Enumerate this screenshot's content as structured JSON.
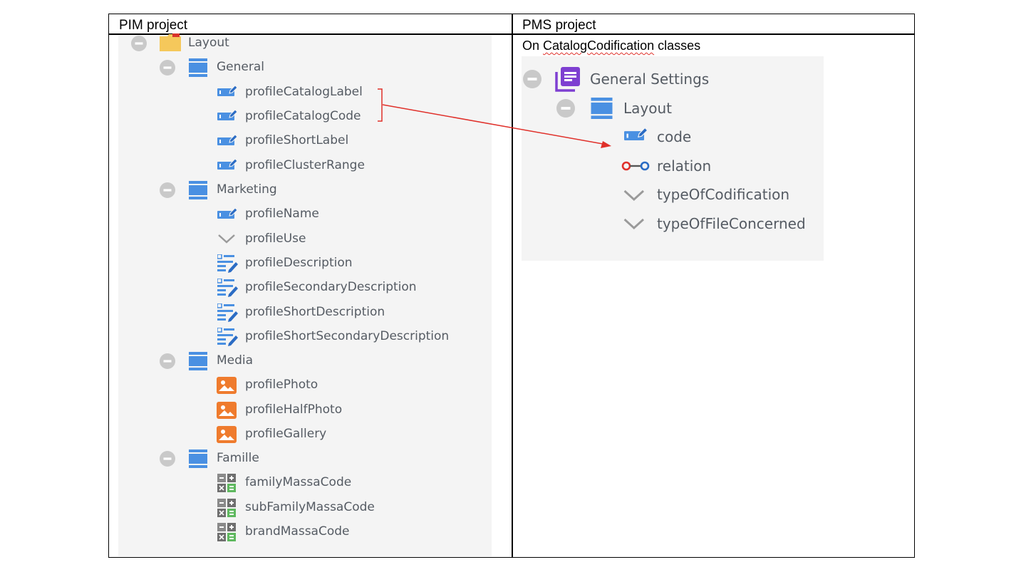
{
  "table": {
    "left_header": "PIM project",
    "right_header": "PMS project",
    "right_note_prefix": "On ",
    "right_note_highlight": "CatalogCodification",
    "right_note_suffix": " classes"
  },
  "pim_tree": {
    "root": "Layout",
    "general": {
      "label": "General",
      "items": [
        "profileCatalogLabel",
        "profileCatalogCode",
        "profileShortLabel",
        "profileClusterRange"
      ]
    },
    "marketing": {
      "label": "Marketing",
      "items": [
        "profileName",
        "profileUse",
        "profileDescription",
        "profileSecondaryDescription",
        "profileShortDescription",
        "profileShortSecondaryDescription"
      ]
    },
    "media": {
      "label": "Media",
      "items": [
        "profilePhoto",
        "profileHalfPhoto",
        "profileGallery"
      ]
    },
    "famille": {
      "label": "Famille",
      "items": [
        "familyMassaCode",
        "subFamilyMassaCode",
        "brandMassaCode"
      ]
    }
  },
  "pms_tree": {
    "root": "General Settings",
    "layout": "Layout",
    "items": [
      "code",
      "relation",
      "typeOfCodification",
      "typeOfFileConcerned"
    ]
  },
  "icons": {
    "collapse": "minus-circle-icon",
    "folder": "folder-icon",
    "panel": "panel-layout-icon",
    "input": "text-input-icon",
    "select": "chevron-down-icon",
    "wysiwyg": "wysiwyg-icon",
    "image": "image-icon",
    "calculated": "calculator-icon",
    "relation": "relation-icon",
    "class_definition": "class-definition-icon"
  },
  "colors": {
    "blue": "#4a90e2",
    "orange": "#ef7b2d",
    "purple": "#7e3fd1",
    "annotation_red": "#e0302a",
    "gray_icon": "#c9c9c9"
  }
}
